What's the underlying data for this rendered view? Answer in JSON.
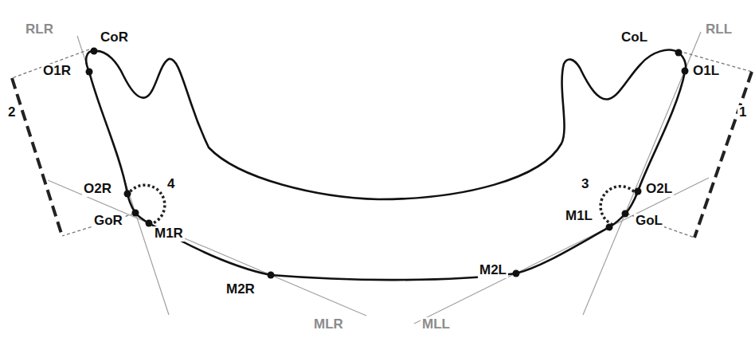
{
  "diagram": {
    "labels": [
      "RLR",
      "CoR",
      "CoL",
      "RLL",
      "O1R",
      "O1L",
      "2",
      "1",
      "O2R",
      "4",
      "3",
      "O2L",
      "GoR",
      "M1R",
      "GoL",
      "M1L",
      "M2R",
      "M2L",
      "MLR",
      "MLL"
    ]
  }
}
